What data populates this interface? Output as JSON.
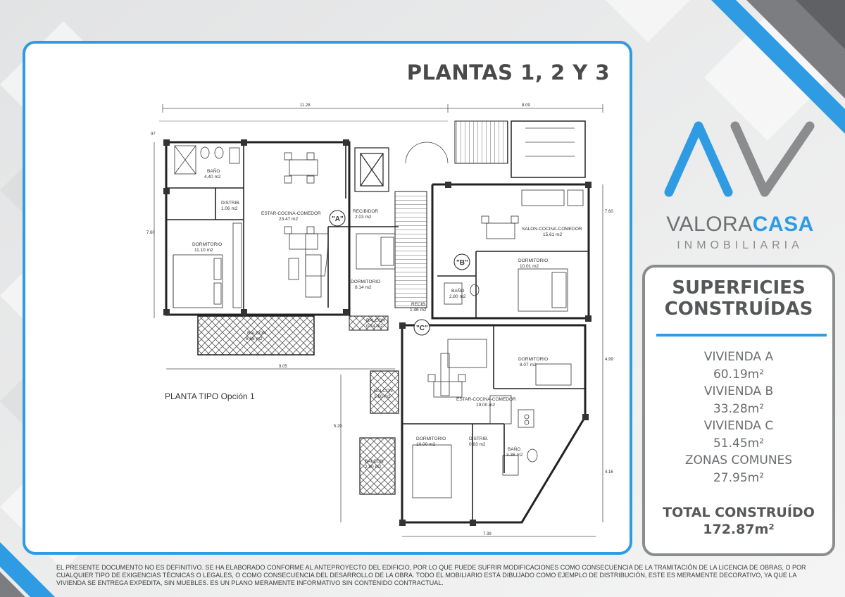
{
  "plan": {
    "title": "PLANTAS 1, 2 Y 3",
    "caption": "PLANTA TIPO Opción 1",
    "dimensions": [
      "11.28",
      "8.09",
      "7.60",
      "9.05",
      "7.39",
      "5.20",
      "4.99",
      "4.16",
      "7.60",
      "97"
    ],
    "units": [
      {
        "id": "A",
        "label": "\"A\""
      },
      {
        "id": "B",
        "label": "\"B\""
      },
      {
        "id": "C",
        "label": "\"C\""
      }
    ],
    "rooms": [
      {
        "name": "BAÑO",
        "area": "4.40 m2"
      },
      {
        "name": "DISTRIB.",
        "area": "1.06 m2"
      },
      {
        "name": "ESTAR-COCINA-COMEDOR",
        "area": "23.47 m2"
      },
      {
        "name": "RECIBIDOR",
        "area": "2.03 m2"
      },
      {
        "name": "DORMITORIO",
        "area": "11.10 m2"
      },
      {
        "name": "DORMITORIO",
        "area": "8.14 m2"
      },
      {
        "name": "BALCON",
        "area": "6.68 m2"
      },
      {
        "name": "BALCON",
        "area": "0.74 m2"
      },
      {
        "name": "SALON-COCINA-COMEDOR",
        "area": "15.61 m2"
      },
      {
        "name": "DORMITORIO",
        "area": "10.01 m2"
      },
      {
        "name": "BAÑO",
        "area": "2.80 m2"
      },
      {
        "name": "RECIB.",
        "area": "1.46 m2"
      },
      {
        "name": "DORMITORIO",
        "area": "8.07 m2"
      },
      {
        "name": "BALCON",
        "area": "1.60 m2"
      },
      {
        "name": "ESTAR-COCINA-COMEDOR",
        "area": "19.00 m2"
      },
      {
        "name": "DORMITORIO",
        "area": "10.00 m2"
      },
      {
        "name": "DISTRIB.",
        "area": "0.83 m2"
      },
      {
        "name": "BAÑO",
        "area": "3.36 m2"
      },
      {
        "name": "BALCON",
        "area": "2.80 m2"
      }
    ]
  },
  "brand": {
    "name_part1": "VALORA",
    "name_part2": "CASA",
    "subtitle": "INMOBILIARIA",
    "logo_icon": "av-logo-icon",
    "accent_color": "#2f9be3",
    "gray_color": "#8a8c8e"
  },
  "summary": {
    "title_line1": "SUPERFICIES",
    "title_line2": "CONSTRUÍDAS",
    "items": [
      {
        "label": "VIVIENDA A",
        "value": "60.19m²"
      },
      {
        "label": "VIVIENDA B",
        "value": "33.28m²"
      },
      {
        "label": "VIVIENDA C",
        "value": "51.45m²"
      },
      {
        "label": "ZONAS COMUNES",
        "value": "27.95m²"
      }
    ],
    "total_label": "TOTAL CONSTRUÍDO",
    "total_value": "172.87m²"
  },
  "disclaimer": "EL PRESENTE DOCUMENTO NO ES DEFINITIVO. SE HA ELABORADO CONFORME AL ANTEPROYECTO DEL EDIFICIO, POR LO QUE PUEDE SUFRIR MODIFICACIONES COMO CONSECUENCIA DE LA TRAMITACIÓN DE LA LICENCIA DE OBRAS, O POR CUALQUIER TIPO DE EXIGENCIAS TÉCNICAS O LEGALES, O COMO CONSECUENCIA DEL DESARROLLO DE LA OBRA. TODO EL MOBILIARIO ESTÁ DIBUJADO COMO EJEMPLO DE DISTRIBUCIÓN, ESTE ES MERAMENTE DECORATIVO, YA QUE LA VIVIENDA SE ENTREGA EXPEDITA, SIN MUEBLES. ES UN PLANO MERAMENTE INFORMATIVO SIN CONTENIDO CONTRACTUAL."
}
